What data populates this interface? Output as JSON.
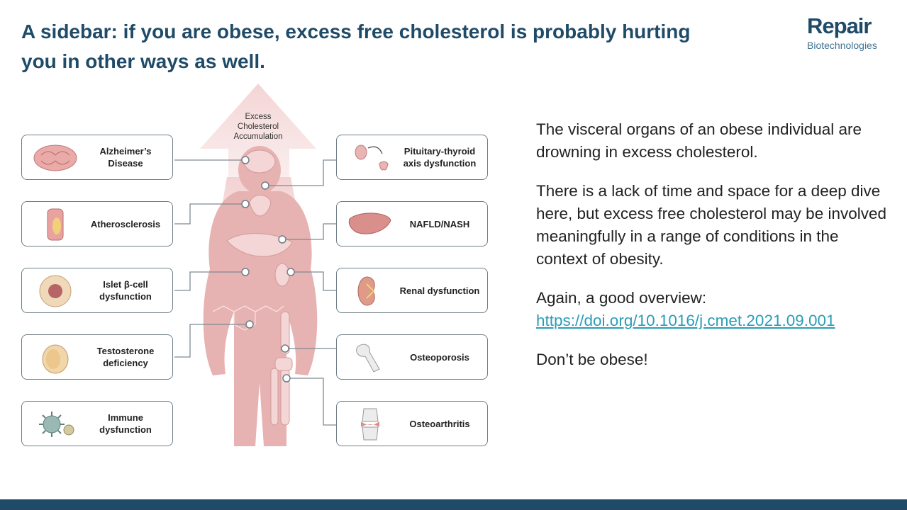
{
  "title": "A sidebar: if you are obese, excess free cholesterol is probably hurting you in other ways as well.",
  "logo": {
    "main": "Repair",
    "sub": "Biotechnologies"
  },
  "figure": {
    "accumulation_label": "Excess Cholesterol Accumulation",
    "left_boxes": [
      {
        "label": "Alzheimer’s Disease",
        "icon": "brain-icon"
      },
      {
        "label": "Atherosclerosis",
        "icon": "artery-icon"
      },
      {
        "label": "Islet β-cell dysfunction",
        "icon": "islet-cell-icon"
      },
      {
        "label": "Testosterone deficiency",
        "icon": "testis-icon"
      },
      {
        "label": "Immune dysfunction",
        "icon": "immune-cell-icon"
      }
    ],
    "right_boxes": [
      {
        "label": "Pituitary-thyroid axis dysfunction",
        "icon": "pituitary-thyroid-icon"
      },
      {
        "label": "NAFLD/NASH",
        "icon": "liver-icon"
      },
      {
        "label": "Renal dysfunction",
        "icon": "kidney-icon"
      },
      {
        "label": "Osteoporosis",
        "icon": "bone-icon"
      },
      {
        "label": "Osteoarthritis",
        "icon": "joint-icon"
      }
    ]
  },
  "body": {
    "p1": "The visceral organs of an obese individual are drowning in excess cholesterol.",
    "p2": "There is a lack of time and space for a deep dive here, but excess free cholesterol may be involved meaningfully in a range of conditions in the context of obesity.",
    "p3_lead": "Again, a good overview:",
    "p3_link": "https://doi.org/10.1016/j.cmet.2021.09.001",
    "p4": "Don’t be obese!"
  },
  "colors": {
    "brand": "#1f4b68",
    "link": "#2a9db7",
    "figure_body": "#e8b4b4"
  }
}
